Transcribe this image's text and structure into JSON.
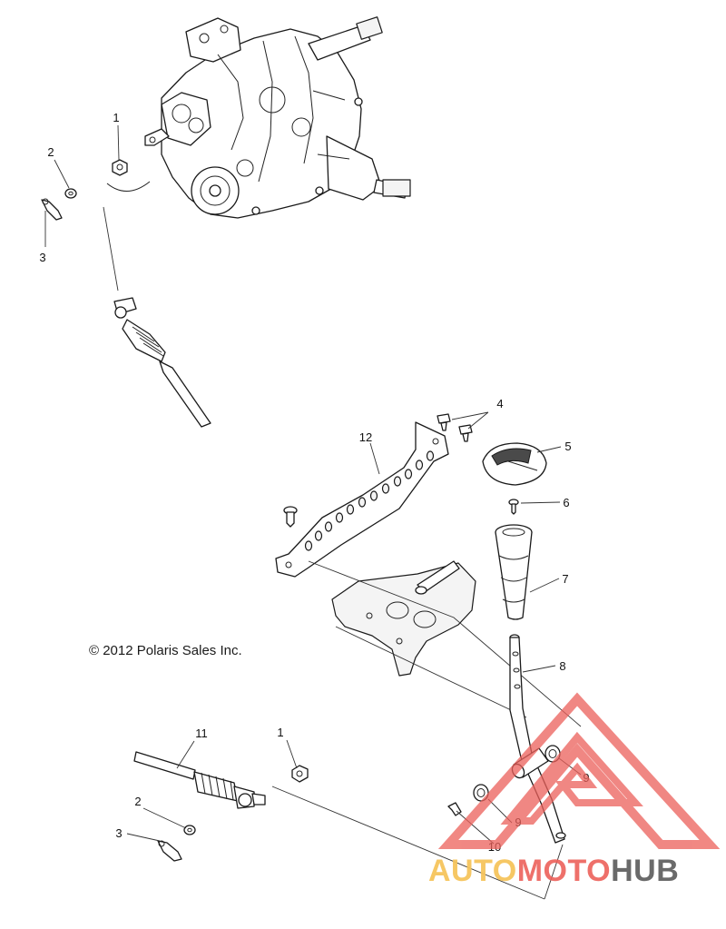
{
  "copyright": "© 2012 Polaris Sales Inc.",
  "callouts": {
    "c1_top": "1",
    "c2_top": "2",
    "c3_top": "3",
    "c4": "4",
    "c5": "5",
    "c6": "6",
    "c7": "7",
    "c8": "8",
    "c9_upper": "9",
    "c9_lower": "9",
    "c10": "10",
    "c11": "11",
    "c12": "12",
    "c1_bottom": "1",
    "c2_bottom": "2",
    "c3_bottom": "3"
  },
  "watermark": {
    "part1": "AUTO",
    "part2": "MOTO",
    "part3": "HUB",
    "colors": {
      "auto": "#f6c45c",
      "moto": "#ec605a",
      "hub": "#5a5a5a",
      "triangle": "#ec605a"
    }
  }
}
